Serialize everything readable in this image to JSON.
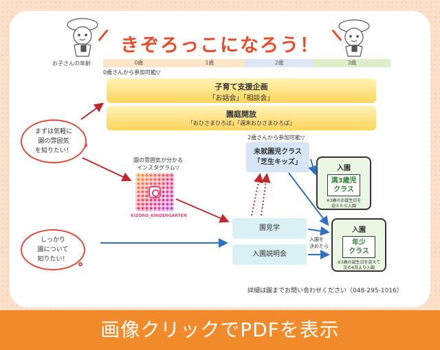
{
  "title": "きぞろっこになろう！",
  "age_bar": {
    "label": "お子さんの年齢",
    "cells": [
      {
        "label": "0歳",
        "color": "#fde5c8"
      },
      {
        "label": "1歳",
        "color": "#fde5c8"
      },
      {
        "label": "2歳",
        "color": "#dce6f5"
      },
      {
        "label": "3歳",
        "color": "#dcefc9"
      }
    ],
    "note": "0歳さんから参加可能▽"
  },
  "banners": {
    "support": {
      "title": "子育て支援企画",
      "items": "「お話会」「相談会」"
    },
    "open": {
      "title": "園庭開放",
      "items": "「おひさまひろば」「週末おひさまひろば」"
    }
  },
  "clouds": {
    "casual": "まずは気軽に\n園の雰囲気\nを知りたい！",
    "serious": "しっかり\n園について\n知りたい！"
  },
  "qr": {
    "caption": "園の雰囲気が分かる\nインスタグラム▽",
    "handle": "KIZORO_KINDERGARTEN"
  },
  "mishu": {
    "note": "2歳さんから参加可能▽",
    "line1": "未就園児クラス",
    "line2": "「芝生キッズ」"
  },
  "tour": "園見学",
  "briefing": "入園説明会",
  "decide": "入園を\n決めたら",
  "enroll_a": {
    "head": "入園",
    "class": "満3歳児\nクラス",
    "note": "※3歳のお誕生日を\n迎えたら入園"
  },
  "enroll_b": {
    "head": "入園",
    "class": "年少\nクラス",
    "note": "※3歳の誕生日を迎えて\n次の4月より入園"
  },
  "contact": "詳細は園までお問い合わせください（048-295-1016）",
  "footer": "画像クリックでPDFを表示",
  "colors": {
    "accent": "#e84d2b",
    "footer": "#f08a2b",
    "arrow_red": "#c0282d",
    "arrow_blue": "#2f6fc0"
  }
}
